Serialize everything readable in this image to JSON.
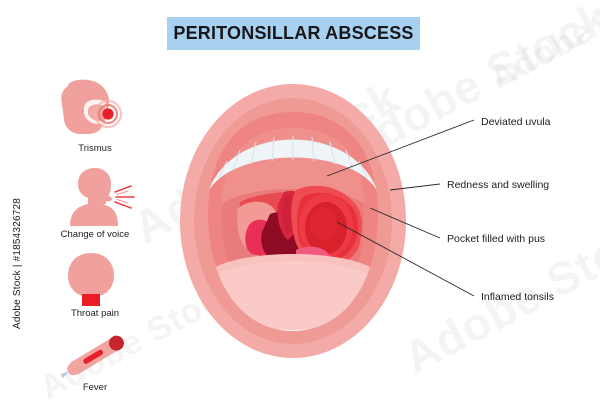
{
  "title": {
    "text": "PERITONSILLAR ABSCESS",
    "banner_color": "#a8d1ef",
    "text_color": "#17171a"
  },
  "watermark": {
    "vertical": "Adobe Stock | #1854326728",
    "diagonal": "Adobe Stock"
  },
  "sidebar": {
    "items": [
      {
        "label": "Trismus",
        "icon": "head-profile-jaw-pain-icon"
      },
      {
        "label": "Change of voice",
        "icon": "head-speaking-icon"
      },
      {
        "label": "Throat pain",
        "icon": "head-throat-icon"
      },
      {
        "label": "Fever",
        "icon": "thermometer-icon"
      }
    ]
  },
  "callouts": [
    {
      "label": "Deviated uvula",
      "target": "uvula"
    },
    {
      "label": "Redness and swelling",
      "target": "swollen-tissue"
    },
    {
      "label": "Pocket filled with pus",
      "target": "pus-pocket"
    },
    {
      "label": "Inflamed tonsils",
      "target": "tonsil"
    }
  ],
  "illustration": {
    "name": "open-mouth-peritonsillar-abscess",
    "colors": {
      "lip_outer": "#f4a8a4",
      "lip_inner": "#ef8f8b",
      "mucosa": "#ee7f7d",
      "mucosa_dark": "#e8706f",
      "tooth": "#eef4f8",
      "tongue": "#f7bfbd",
      "tonsil_red": "#e8313c",
      "tonsil_bright": "#ef4550",
      "pus_pocket": "#d9212c",
      "throat_dark": "#a8102a",
      "uvula": "#d62340"
    }
  }
}
